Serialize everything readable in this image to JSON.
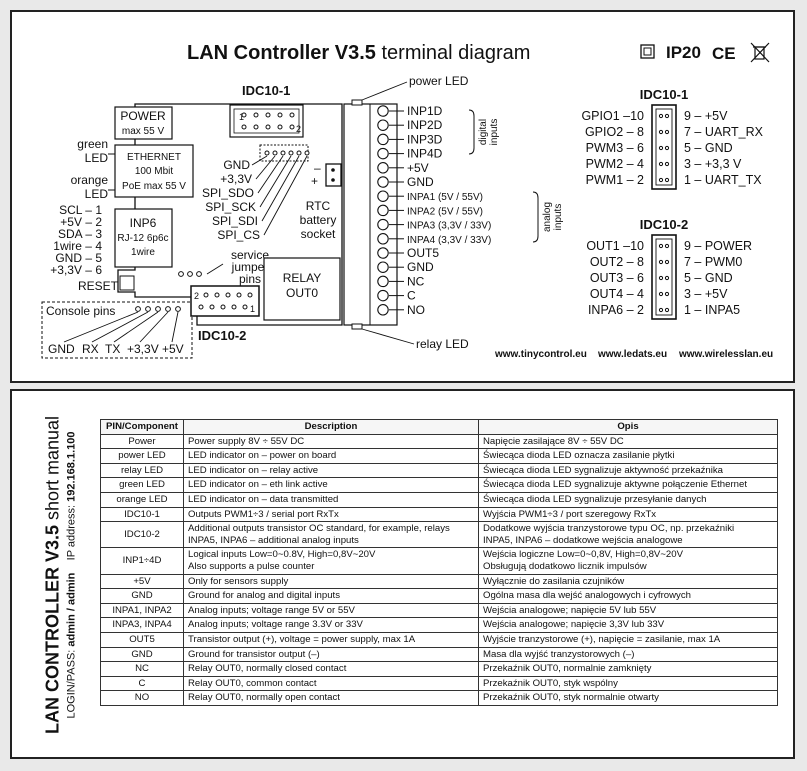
{
  "header": {
    "title_bold": "LAN Controller V3.5",
    "title_rest": " terminal diagram",
    "ip_rating": "IP20",
    "ce_mark": "CE",
    "icons": [
      "square-icon",
      "ce-mark-icon",
      "weee-bin-icon"
    ]
  },
  "diagram": {
    "idc10_1_label": "IDC10-1",
    "idc10_2_label": "IDC10-2",
    "power_box": [
      "POWER",
      "max 55 V"
    ],
    "ethernet_box": [
      "ETHERNET",
      "100 Mbit",
      "PoE max 55 V"
    ],
    "green_led": [
      "green",
      "LED"
    ],
    "orange_led": [
      "orange",
      "LED"
    ],
    "inp6_box": [
      "INP6",
      "RJ-12 6p6c",
      "1wire"
    ],
    "inp6_pins": [
      "SCL – 1",
      "+5V – 2",
      "SDA – 3",
      "1wire – 4",
      "GND – 5",
      "+3,3V – 6"
    ],
    "reset": "RESET",
    "console_pins_label": "Console pins",
    "console_pins": [
      "GND",
      "RX",
      "TX",
      "+3,3V",
      "+5V"
    ],
    "service_jumper": [
      "service",
      "jumper",
      "pins"
    ],
    "idc_signals": [
      "GND",
      "+3,3V",
      "SPI_SDO",
      "SPI_SCK",
      "SPI_SDI",
      "SPI_CS"
    ],
    "rtc": [
      "RTC",
      "battery",
      "socket"
    ],
    "rtc_polarity": [
      "–",
      "+"
    ],
    "relay_box": [
      "RELAY",
      "OUT0"
    ],
    "power_led": "power LED",
    "relay_led": "relay LED",
    "terminals": [
      "INP1D",
      "INP2D",
      "INP3D",
      "INP4D",
      "+5V",
      "GND",
      "INPA1 (5V / 55V)",
      "INPA2 (5V / 55V)",
      "INPA3 (3,3V / 33V)",
      "INPA4 (3,3V / 33V)",
      "OUT5",
      "GND",
      "NC",
      "C",
      "NO"
    ],
    "digital_inputs": [
      "digital",
      "inputs"
    ],
    "analog_inputs": [
      "analog",
      "inputs"
    ],
    "websites": [
      "www.tinycontrol.eu",
      "www.ledats.eu",
      "www.wirelesslan.eu"
    ]
  },
  "idc10_1_pinout": {
    "title": "IDC10-1",
    "left": [
      "GPIO1 –10",
      "GPIO2 – 8",
      "PWM3 – 6",
      "PWM2 – 4",
      "PWM1 – 2"
    ],
    "right": [
      "9 – +5V",
      "7 – UART_RX",
      "5 – GND",
      "3 – +3,3 V",
      "1 – UART_TX"
    ]
  },
  "idc10_2_pinout": {
    "title": "IDC10-2",
    "left": [
      "OUT1 –10",
      "OUT2 – 8",
      "OUT3 – 6",
      "OUT4 – 4",
      "INPA6 – 2"
    ],
    "right": [
      "9 – POWER",
      "7 – PWM0",
      "5 – GND",
      "3 – +5V",
      "1 – INPA5"
    ]
  },
  "manual": {
    "title_bold": "LAN CONTROLLER V3.5",
    "title_rest": " short manual",
    "login_label": "LOGIN/PASS: ",
    "login_value": "admin / admin",
    "ip_label": "IP address: ",
    "ip_value": "192.168.1.100",
    "columns": [
      "PIN/Component",
      "Description",
      "Opis"
    ],
    "rows": [
      [
        "Power",
        "Power supply 8V ÷ 55V DC",
        "Napięcie zasilające 8V ÷ 55V DC"
      ],
      [
        "power LED",
        "LED indicator on – power on board",
        "Świecąca dioda LED oznacza zasilanie płytki"
      ],
      [
        "relay LED",
        "LED indicator on – relay active",
        "Świecąca dioda LED sygnalizuje aktywność przekaźnika"
      ],
      [
        "green LED",
        "LED indicator on –  eth link active",
        "Świecąca dioda LED sygnalizuje aktywne połączenie Ethernet"
      ],
      [
        "orange LED",
        "LED indicator on –  data transmitted",
        "Świecąca dioda LED sygnalizuje przesyłanie danych"
      ],
      [
        "IDC10-1",
        "Outputs PWM1÷3 / serial port RxTx",
        "Wyjścia PWM1÷3 / port szeregowy RxTx"
      ],
      [
        "IDC10-2",
        "Additional outputs transistor OC standard, for example, relays\nINPA5, INPA6 – additional analog inputs",
        "Dodatkowe wyjścia tranzystorowe typu OC, np. przekaźniki\nINPA5, INPA6 – dodatkowe wejścia analogowe"
      ],
      [
        "INP1÷4D",
        "Logical inputs Low=0~0.8V, High=0,8V~20V\nAlso supports a pulse counter",
        "Wejścia logiczne Low=0~0,8V, High=0,8V~20V\nObsługują dodatkowo licznik impulsów"
      ],
      [
        "+5V",
        "Only for sensors supply",
        "Wyłącznie do zasilania czujników"
      ],
      [
        "GND",
        "Ground for analog and digital inputs",
        "Ogólna masa dla wejść analogowych i cyfrowych"
      ],
      [
        "INPA1, INPA2",
        "Analog inputs; voltage range 5V or 55V",
        "Wejścia analogowe; napięcie 5V lub 55V"
      ],
      [
        "INPA3, INPA4",
        "Analog inputs; voltage range 3.3V or 33V",
        "Wejścia analogowe; napięcie 3,3V lub 33V"
      ],
      [
        "OUT5",
        "Transistor output (+), voltage = power supply, max 1A",
        "Wyjście tranzystorowe (+), napięcie = zasilanie, max 1A"
      ],
      [
        "GND",
        "Ground for transistor output (–)",
        "Masa dla wyjść tranzystorowych (–)"
      ],
      [
        "NC",
        "Relay OUT0, normally closed contact",
        "Przekaźnik OUT0, normalnie zamknięty"
      ],
      [
        "C",
        "Relay OUT0, common contact",
        "Przekaźnik OUT0, styk wspólny"
      ],
      [
        "NO",
        "Relay OUT0, normally open contact",
        "Przekaźnik OUT0, styk normalnie otwarty"
      ]
    ]
  }
}
